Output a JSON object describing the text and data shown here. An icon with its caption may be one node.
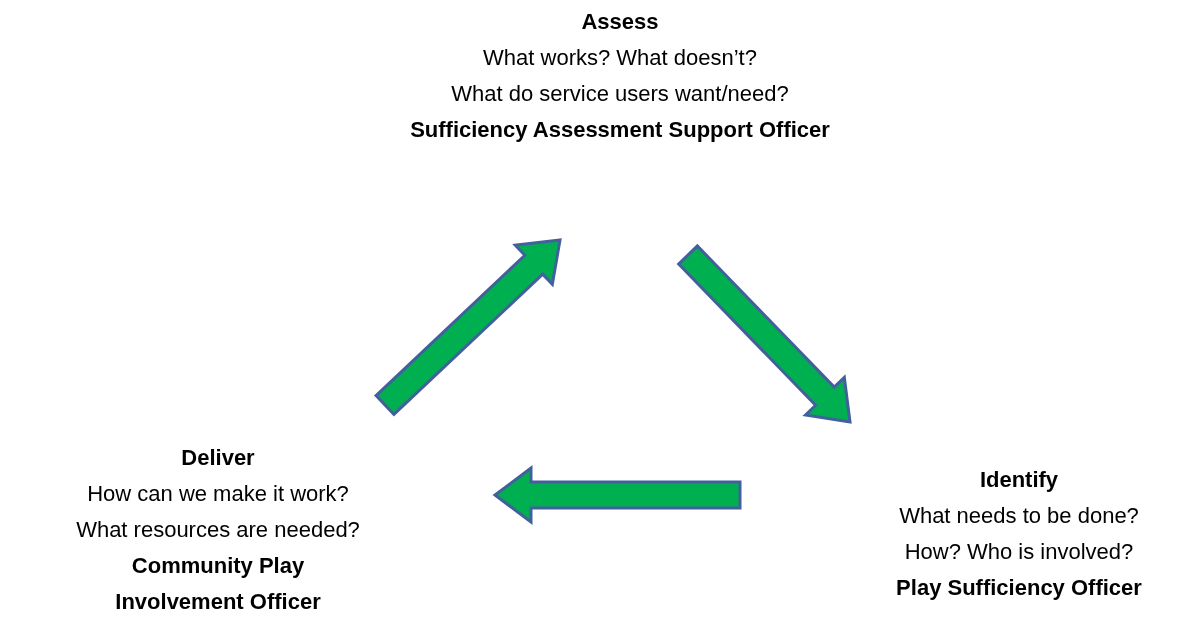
{
  "diagram": {
    "nodes": [
      {
        "text": [
          "Assess",
          "What works? What doesn’t?",
          "What do service users want/need?",
          "Sufficiency Assessment Support Officer"
        ]
      },
      {
        "text": [
          "Identify",
          "What needs to be done?",
          "How? Who is involved?",
          "Play Sufficiency Officer"
        ]
      },
      {
        "text": [
          "Deliver",
          "How can we make it work?",
          "What resources are needed?",
          "Community Play Involvement Officer"
        ]
      }
    ],
    "edges": [
      {
        "from": 0,
        "to": 1,
        "arrow": "to"
      },
      {
        "from": 1,
        "to": 2,
        "arrow": "to"
      },
      {
        "from": 2,
        "to": 0,
        "arrow": "to"
      }
    ]
  }
}
